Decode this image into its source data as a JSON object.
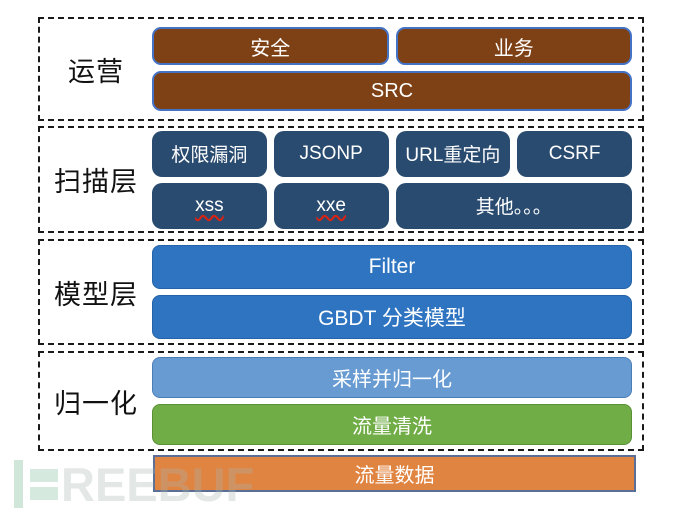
{
  "colors": {
    "brown": "#7E4115",
    "navy": "#2A4B70",
    "blue": "#2E74C0",
    "light_blue": "#689BD2",
    "green": "#70AD47",
    "orange": "#E08442",
    "box_border_blue": "#4472C4",
    "orange_border": "#5B6E96",
    "misspell_red": "#DD2211",
    "dash_border": "#1A1A1A",
    "text_white": "#FFFFFF",
    "label_black": "#111111"
  },
  "diagram": {
    "sections": [
      {
        "name": "operations",
        "label": "运营",
        "boxes": [
          {
            "label": "安全"
          },
          {
            "label": "业务"
          },
          {
            "label": "SRC"
          }
        ]
      },
      {
        "name": "scan-layer",
        "label": "扫描层",
        "boxes": [
          {
            "label": "权限漏洞"
          },
          {
            "label": "JSONP"
          },
          {
            "label": "URL重定向"
          },
          {
            "label": "CSRF"
          },
          {
            "label": "xss"
          },
          {
            "label": "xxe"
          },
          {
            "label": "其他。。。"
          }
        ]
      },
      {
        "name": "model-layer",
        "label": "模型层",
        "boxes": [
          {
            "label": "Filter"
          },
          {
            "label": "GBDT 分类模型"
          }
        ]
      },
      {
        "name": "normalization",
        "label": "归一化",
        "boxes": [
          {
            "label": "采样并归一化"
          },
          {
            "label": "流量清洗"
          }
        ]
      }
    ],
    "base_box": {
      "label": "流量数据"
    },
    "watermark": {
      "text": "REEBUF"
    }
  }
}
